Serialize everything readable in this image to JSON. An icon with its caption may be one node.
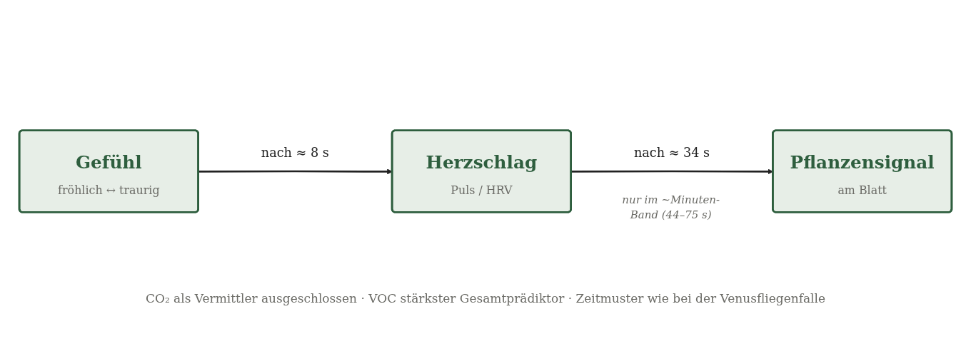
{
  "diagram": {
    "nodes": [
      {
        "text": [
          "Gefühl",
          "fröhlich ↔ traurig"
        ]
      },
      {
        "text": [
          "Herzschlag",
          "Puls / HRV"
        ]
      },
      {
        "text": [
          "Pflanzensignal",
          "am Blatt"
        ]
      }
    ],
    "edges": [
      {
        "from": 0,
        "to": 1,
        "arrow": "to",
        "label": "nach ≈ 8 s"
      },
      {
        "from": 1,
        "to": 2,
        "arrow": "to",
        "label": "nach ≈ 34 s"
      }
    ],
    "labels": [
      "nur im ~Minuten-Band (44–75 s)"
    ],
    "caption": "CO₂ als Vermittler ausgeschlossen · VOC stärkster Gesamtprädiktor · Zeitmuster wie bei der Venusfliegenfalle"
  }
}
